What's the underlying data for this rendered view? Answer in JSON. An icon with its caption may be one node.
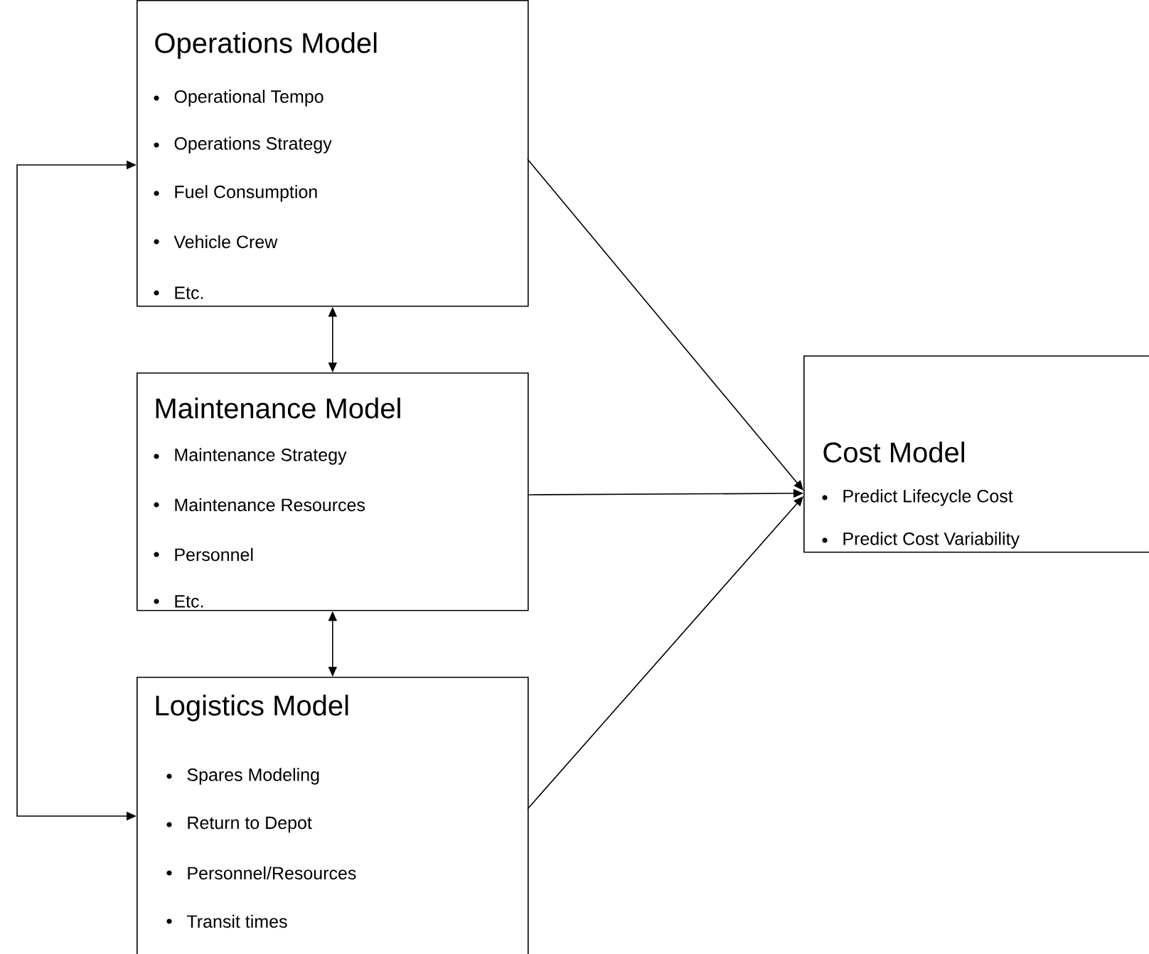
{
  "diagram": {
    "nodes": [
      {
        "text": [
          "Operations Model",
          "Operational Tempo",
          "Operations Strategy",
          "Fuel Consumption",
          "Vehicle Crew",
          "Etc."
        ]
      },
      {
        "text": [
          "Maintenance Model",
          "Maintenance Strategy",
          "Maintenance Resources",
          "Personnel",
          "Etc."
        ]
      },
      {
        "text": [
          "Logistics Model",
          "Spares Modeling",
          "Return to Depot",
          "Personnel/Resources",
          "Transit times"
        ]
      },
      {
        "text": [
          "Cost Model",
          "Predict Lifecycle Cost",
          "Predict Cost Variability"
        ]
      }
    ],
    "edges": [
      {
        "from": 0,
        "to": 1,
        "arrow": "both"
      },
      {
        "from": 1,
        "to": 2,
        "arrow": "both"
      },
      {
        "from": 0,
        "to": 2,
        "arrow": "both"
      },
      {
        "from": 0,
        "to": 3,
        "arrow": "to"
      },
      {
        "from": 1,
        "to": 3,
        "arrow": "to"
      },
      {
        "from": 2,
        "to": 3,
        "arrow": "to"
      }
    ]
  }
}
